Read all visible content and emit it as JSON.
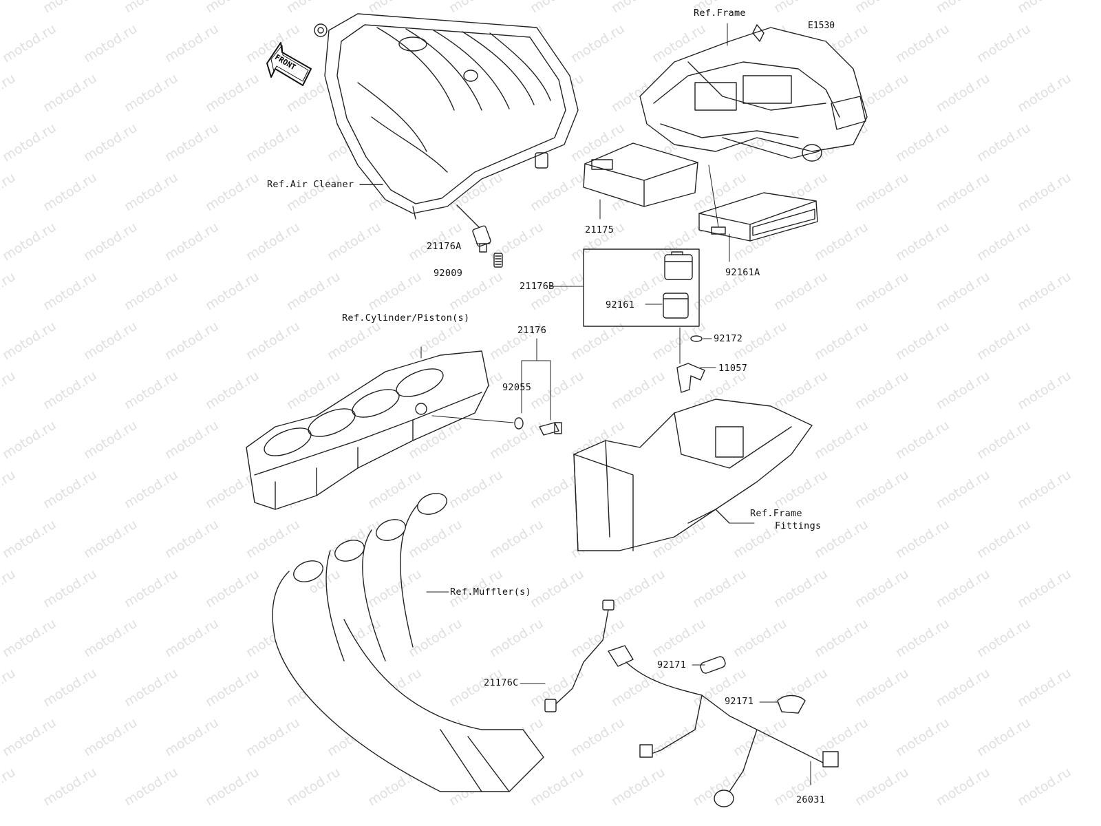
{
  "diagram_code": "E1530",
  "front_arrow": "FRONT",
  "watermark": "motod.ru",
  "refs": {
    "frame": "Ref.Frame",
    "air_cleaner": "Ref.Air Cleaner",
    "cylinder": "Ref.Cylinder/Piston(s)",
    "frame_fittings_1": "Ref.Frame",
    "frame_fittings_2": "Fittings",
    "muffler": "Ref.Muffler(s)"
  },
  "parts": {
    "p21175": "21175",
    "p92161A": "92161A",
    "p21176A": "21176A",
    "p92009": "92009",
    "p21176B": "21176B",
    "p92161": "92161",
    "p21176": "21176",
    "p92055": "92055",
    "p92172": "92172",
    "p11057": "11057",
    "p21176C": "21176C",
    "p92171a": "92171",
    "p92171b": "92171",
    "p26031": "26031"
  }
}
